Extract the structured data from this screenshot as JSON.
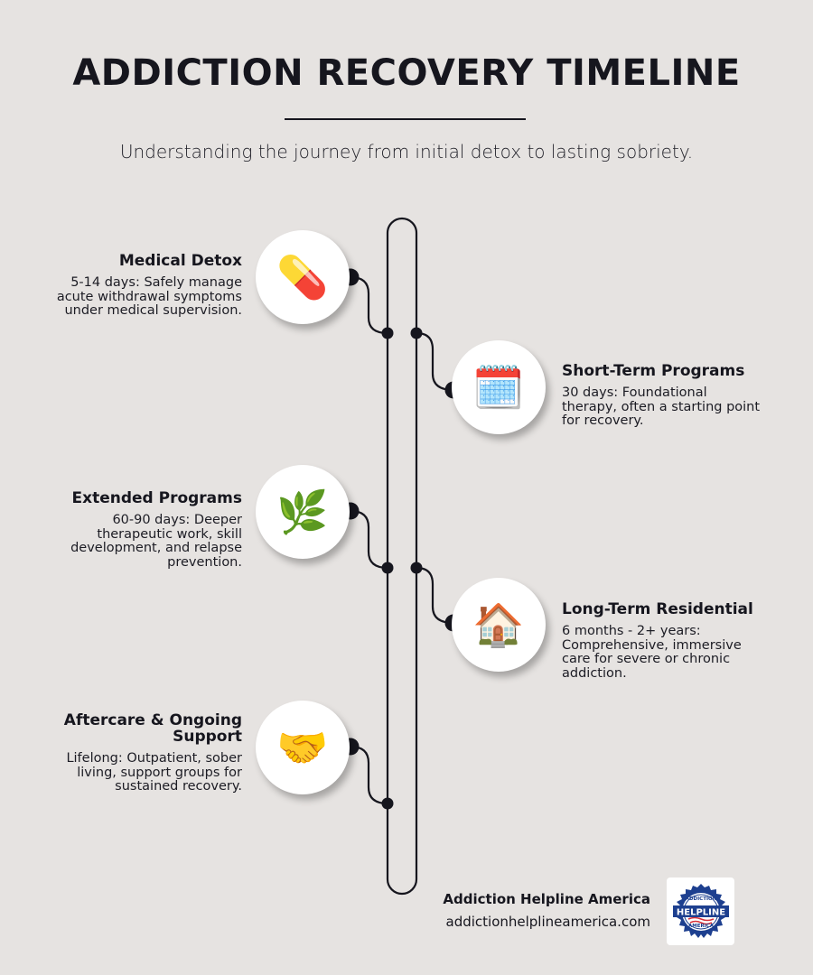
{
  "header": {
    "title": "ADDICTION RECOVERY TIMELINE",
    "subtitle": "Understanding the journey from initial detox to lasting sobriety."
  },
  "stages": [
    {
      "title": "Medical Detox",
      "description": "5-14 days: Safely manage acute withdrawal symptoms under medical supervision.",
      "icon": "pill-icon",
      "glyph": "💊",
      "side": "left"
    },
    {
      "title": "Short-Term Programs",
      "description": "30 days: Foundational therapy, often a starting point for recovery.",
      "icon": "calendar-icon",
      "glyph": "🗓️",
      "side": "right"
    },
    {
      "title": "Extended Programs",
      "description": "60-90 days: Deeper therapeutic work, skill development, and relapse prevention.",
      "icon": "herb-icon",
      "glyph": "🌿",
      "side": "left"
    },
    {
      "title": "Long-Term Residential",
      "description": "6 months - 2+ years: Comprehensive, immersive care for severe or chronic addiction.",
      "icon": "house-icon",
      "glyph": "🏠",
      "side": "right"
    },
    {
      "title": "Aftercare & Ongoing Support",
      "description": "Lifelong: Outpatient, sober living, support groups for sustained recovery.",
      "icon": "handshake-icon",
      "glyph": "🤝",
      "side": "left"
    }
  ],
  "footer": {
    "organization": "Addiction Helpline America",
    "website": "addictionhelplineamerica.com",
    "logo": {
      "top_text": "ADDICTION",
      "middle_text": "HELPLINE",
      "bottom_text": "AMERICA"
    }
  },
  "colors": {
    "background": "#e6e3e1",
    "ink": "#16161e",
    "logo_blue": "#1d3f8f",
    "logo_red": "#d8323a"
  }
}
